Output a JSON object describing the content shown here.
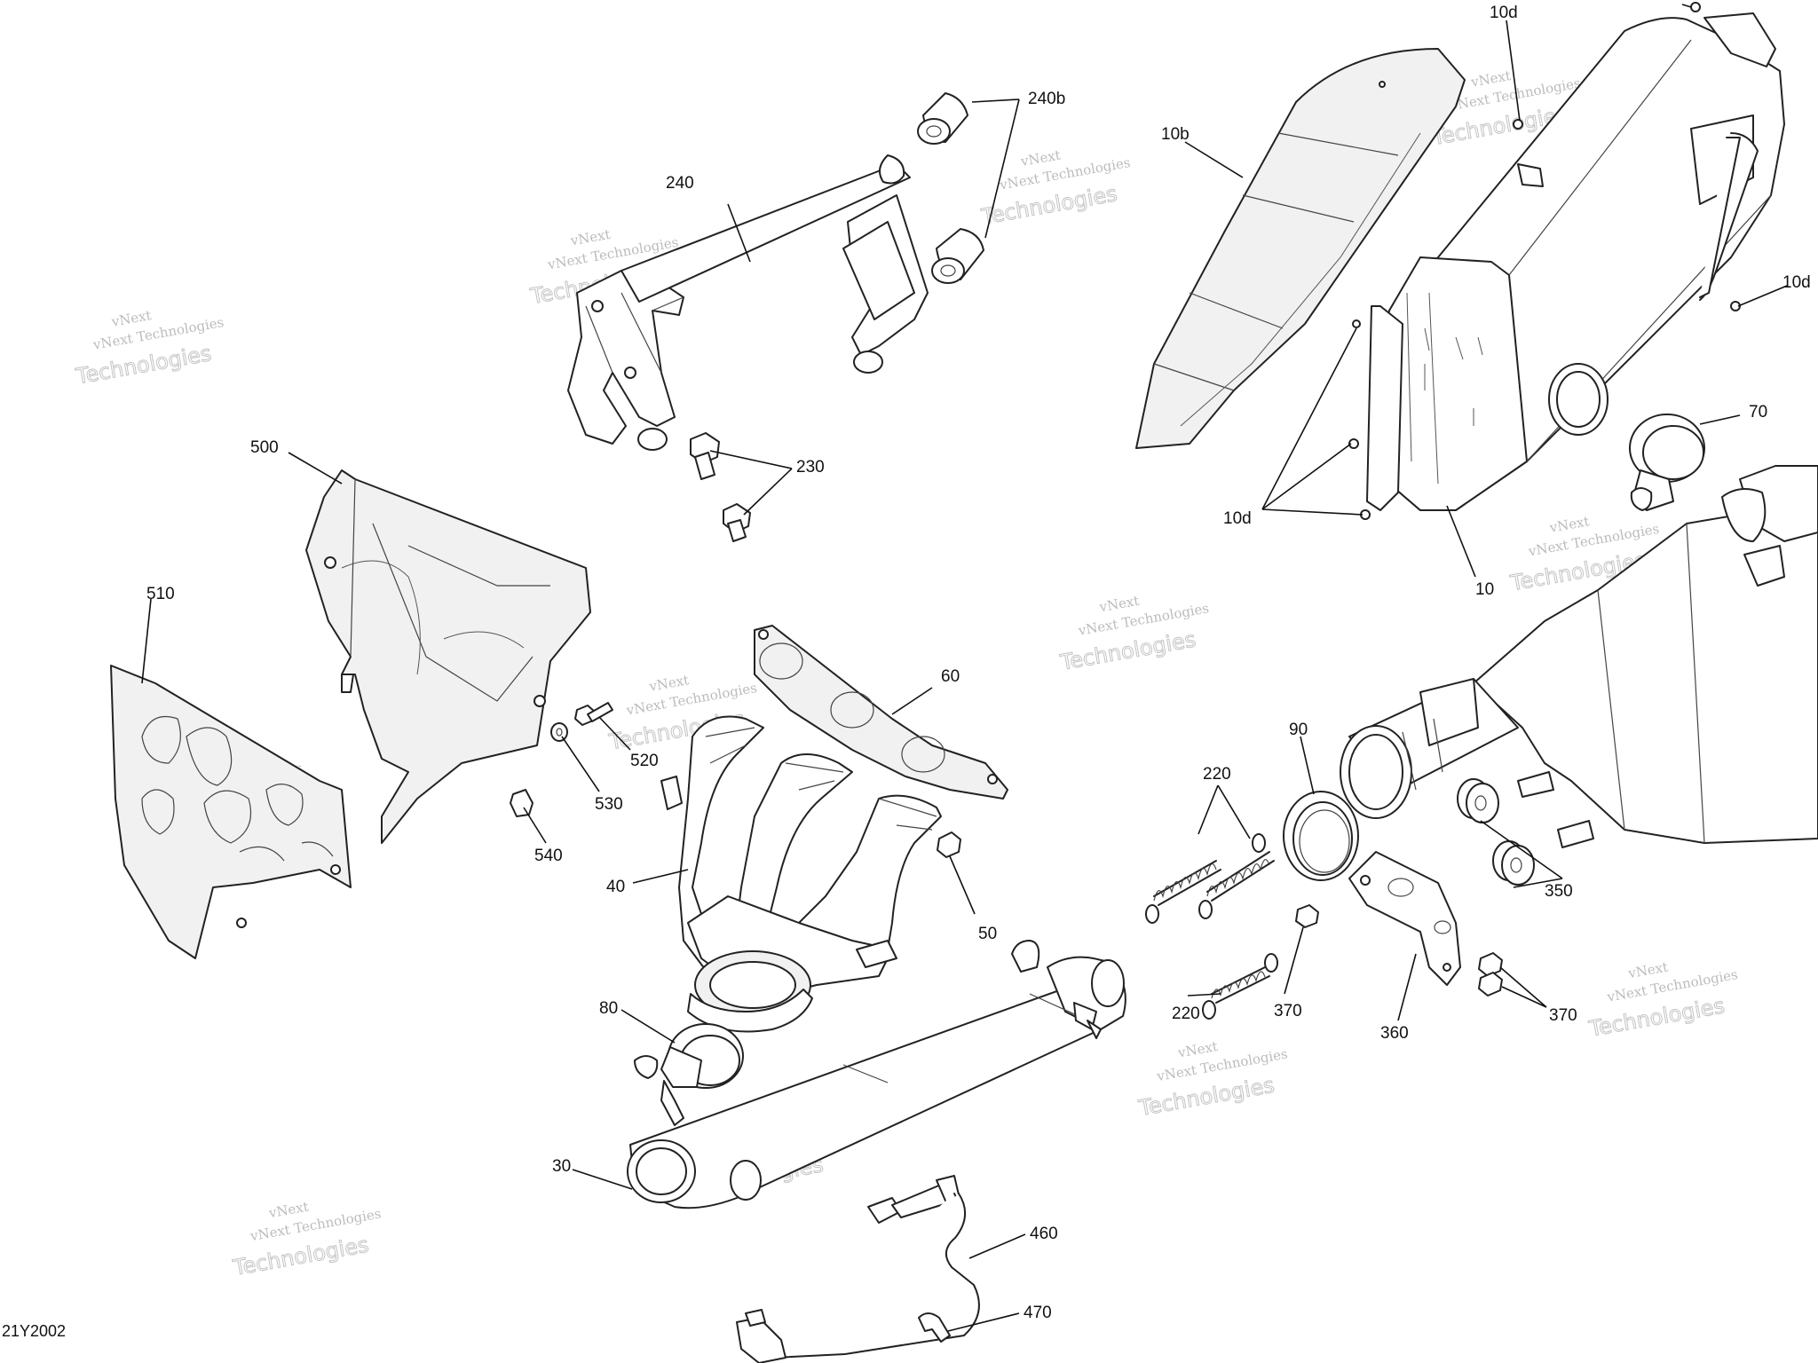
{
  "diagram_code": "21Y2002",
  "watermark": {
    "line1": "vNext",
    "line2": "vNext Technologies",
    "line3": "Technologies"
  },
  "callouts": {
    "c10": "10",
    "c10b": "10b",
    "c10d_top": "10d",
    "c10d_right": "10d",
    "c10d_mid": "10d",
    "c30": "30",
    "c40": "40",
    "c50": "50",
    "c60": "60",
    "c70": "70",
    "c80": "80",
    "c90": "90",
    "c220_top": "220",
    "c220_bottom": "220",
    "c230": "230",
    "c240": "240",
    "c240b": "240b",
    "c350": "350",
    "c360": "360",
    "c370_left": "370",
    "c370_right": "370",
    "c460": "460",
    "c470": "470",
    "c500": "500",
    "c510": "510",
    "c520": "520",
    "c530": "530",
    "c540": "540"
  }
}
